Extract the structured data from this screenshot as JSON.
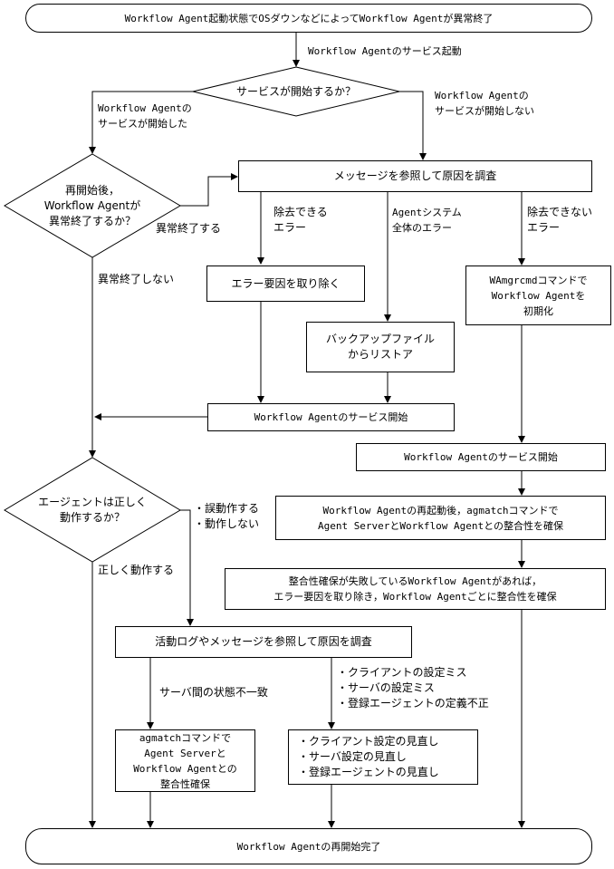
{
  "nodes": {
    "start": "Workflow Agent起動状態でOSダウンなどによってWorkflow Agentが異常終了",
    "decision_service": "サービスが開始するか？",
    "decision_restart": "再開始後，\nWorkflow Agentが\n異常終了するか？",
    "check_messages": "メッセージを参照して原因を調査",
    "remove_error": "エラー要因を取り除く",
    "restore_backup": "バックアップファイル\nからリストア",
    "wamgrcmd_init": "WAmgrcmdコマンドで\nWorkflow Agentを\n初期化",
    "service_start_1": "Workflow Agentのサービス開始",
    "service_start_2": "Workflow Agentのサービス開始",
    "decision_agent": "エージェントは正しく\n動作するか？",
    "agmatch_after_restart": "Workflow Agentの再起動後，agmatchコマンドで\nAgent ServerとWorkflow Agentとの整合性を確保",
    "consistency_failed": "整合性確保が失敗しているWorkflow Agentがあれば，\nエラー要因を取り除き，Workflow Agentごとに整合性を確保",
    "check_activity_log": "活動ログやメッセージを参照して原因を調査",
    "agmatch_box": "agmatchコマンドで\nAgent Serverと\nWorkflow Agentとの\n整合性確保",
    "review_box": "・クライアント設定の見直し\n・サーバ設定の見直し\n・登録エージェントの見直し",
    "end": "Workflow Agentの再開始完了"
  },
  "labels": {
    "service_start_action": "Workflow Agentのサービス起動",
    "service_started": "Workflow Agentの\nサービスが開始した",
    "service_not_started": "Workflow Agentの\nサービスが開始しない",
    "removable": "除去できる\nエラー",
    "agent_system_error": "Agentシステム\n全体のエラー",
    "not_removable": "除去できない\nエラー",
    "abnormal_end": "異常終了する",
    "no_abnormal_end": "異常終了しない",
    "malfunction": "・誤動作する\n・動作しない",
    "works_correctly": "正しく動作する",
    "server_state_mismatch": "サーバ間の状態不一致",
    "config_errors": "・クライアントの設定ミス\n・サーバの設定ミス\n・登録エージェントの定義不正"
  }
}
